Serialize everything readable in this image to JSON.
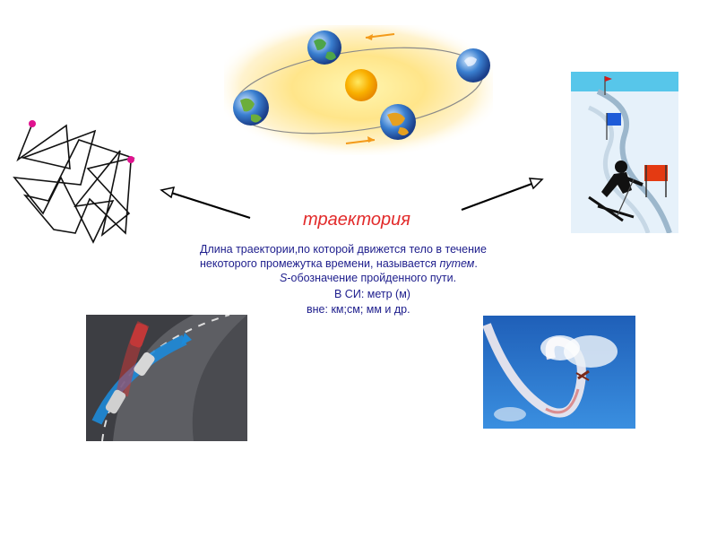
{
  "slide": {
    "title": "траектория",
    "definition_line1": "Длина траектории,по которой движется тело в течение",
    "definition_line2_prefix": "некоторого промежутка времени, называется ",
    "definition_line2_em": "путем",
    "definition_line2_suffix": ".",
    "symbol_letter": "S",
    "symbol_text": "-обозначение пройденного пути.",
    "si_unit": "В  СИ: метр (м)",
    "other_units": "вне: км;см; мм и др."
  },
  "colors": {
    "title": "#e22b2b",
    "body_text": "#1d1d8c",
    "sun": "#f7a600",
    "sky": "#1d6fc4",
    "road": "#3f3f43"
  },
  "icons": {
    "orbit": "sun-earth-orbit-illustration",
    "random_walk": "chaotic-trajectory-drawing",
    "skier": "slalom-skier-illustration",
    "cars": "cars-on-road-curve-photo",
    "plane": "aerobatic-plane-smoke-trail-photo",
    "arrow_left": "arrow-left-icon",
    "arrow_right": "arrow-right-icon"
  }
}
